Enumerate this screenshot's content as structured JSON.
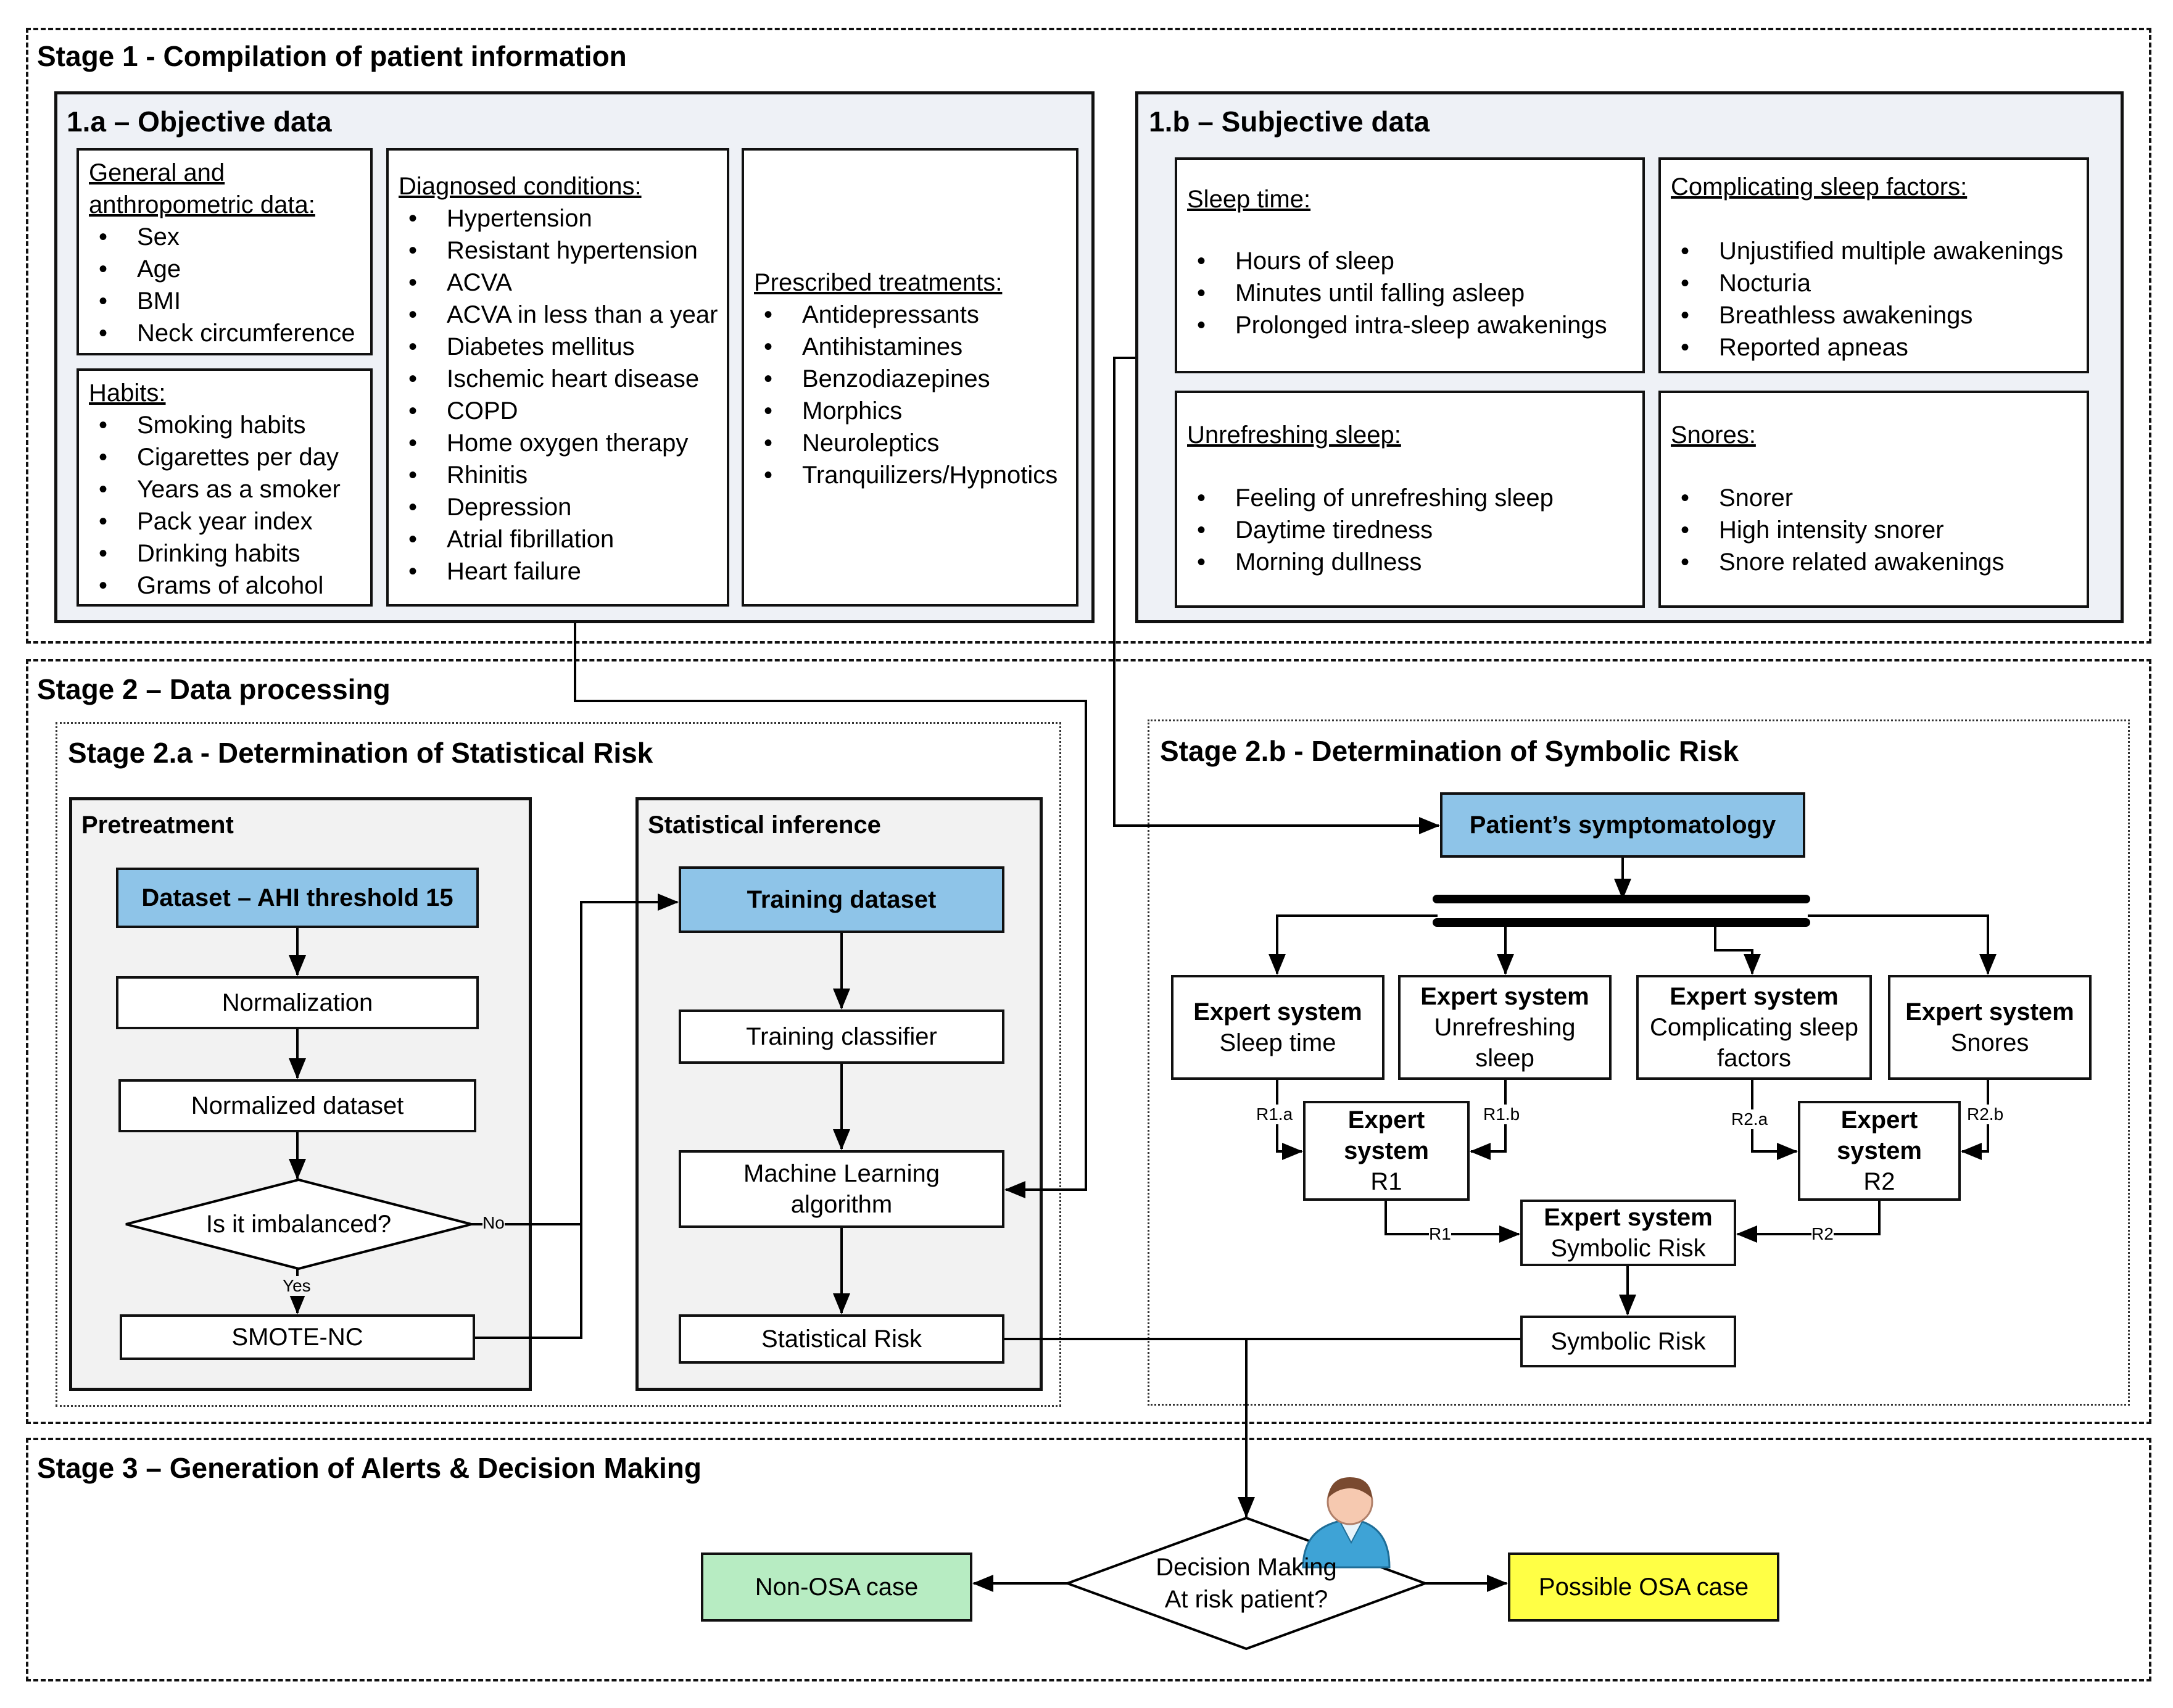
{
  "stage1": {
    "title": "Stage 1 - Compilation of patient information",
    "objective": {
      "title": "1.a – Objective data",
      "general": {
        "header": "General and anthropometric data:",
        "items": [
          "Sex",
          "Age",
          "BMI",
          "Neck circumference"
        ]
      },
      "habits": {
        "header": "Habits:",
        "items": [
          "Smoking habits",
          "Cigarettes per day",
          "Years as a smoker",
          "Pack year index",
          "Drinking habits",
          "Grams of alcohol"
        ]
      },
      "conditions": {
        "header": "Diagnosed conditions:",
        "items": [
          "Hypertension",
          "Resistant hypertension",
          "ACVA",
          "ACVA in less than a year",
          "Diabetes mellitus",
          "Ischemic heart disease",
          "COPD",
          "Home oxygen therapy",
          "Rhinitis",
          "Depression",
          "Atrial fibrillation",
          "Heart failure"
        ]
      },
      "treatments": {
        "header": "Prescribed treatments:",
        "items": [
          "Antidepressants",
          "Antihistamines",
          "Benzodiazepines",
          "Morphics",
          "Neuroleptics",
          "Tranquilizers/Hypnotics"
        ]
      }
    },
    "subjective": {
      "title": "1.b – Subjective data",
      "sleep_time": {
        "header": "Sleep time:",
        "items": [
          "Hours of sleep",
          "Minutes until falling asleep",
          "Prolonged intra-sleep awakenings"
        ]
      },
      "complicating": {
        "header": "Complicating sleep factors:",
        "items": [
          "Unjustified multiple awakenings",
          "Nocturia",
          "Breathless awakenings",
          "Reported apneas"
        ]
      },
      "unrefreshing": {
        "header": "Unrefreshing sleep:",
        "items": [
          "Feeling of unrefreshing sleep",
          "Daytime tiredness",
          "Morning dullness"
        ]
      },
      "snores": {
        "header": "Snores:",
        "items": [
          "Snorer",
          "High intensity snorer",
          "Snore related awakenings"
        ]
      }
    }
  },
  "stage2": {
    "title": "Stage 2 – Data processing",
    "a": {
      "title": "Stage 2.a - Determination of Statistical Risk",
      "pretreatment": {
        "title": "Pretreatment",
        "dataset": "Dataset – AHI threshold 15",
        "normalization": "Normalization",
        "normalized": "Normalized dataset",
        "decision": "Is it imbalanced?",
        "no": "No",
        "yes": "Yes",
        "smote": "SMOTE-NC"
      },
      "inference": {
        "title": "Statistical inference",
        "training_dataset": "Training dataset",
        "training_classifier": "Training classifier",
        "ml_line1": "Machine Learning",
        "ml_line2": "algorithm",
        "risk": "Statistical Risk"
      }
    },
    "b": {
      "title": "Stage 2.b - Determination of Symbolic Risk",
      "symptomatology": "Patient’s symptomatology",
      "expert": "Expert system",
      "es_sleep": "Sleep time",
      "es_unref1": "Unrefreshing",
      "es_unref2": "sleep",
      "es_comp1": "Complicating sleep",
      "es_comp2": "factors",
      "es_snores": "Snores",
      "expert_word": "Expert",
      "system_word": "system",
      "r1": "R1",
      "r2": "R2",
      "r1a": "R1.a",
      "r1b": "R1.b",
      "r2a": "R2.a",
      "r2b": "R2.b",
      "symbolic_es": "Symbolic Risk",
      "symbolic_risk": "Symbolic Risk"
    }
  },
  "stage3": {
    "title": "Stage 3 – Generation of Alerts & Decision Making",
    "decision_line1": "Decision Making",
    "decision_line2": "At risk patient?",
    "non_osa": "Non-OSA case",
    "possible_osa": "Possible OSA case"
  },
  "colors": {
    "panel_bg": "#eef1f6",
    "blue": "#8ec4e8",
    "green": "#b7ecc2",
    "yellow": "#ffff45"
  },
  "icons": {
    "doctor": "person-icon"
  }
}
